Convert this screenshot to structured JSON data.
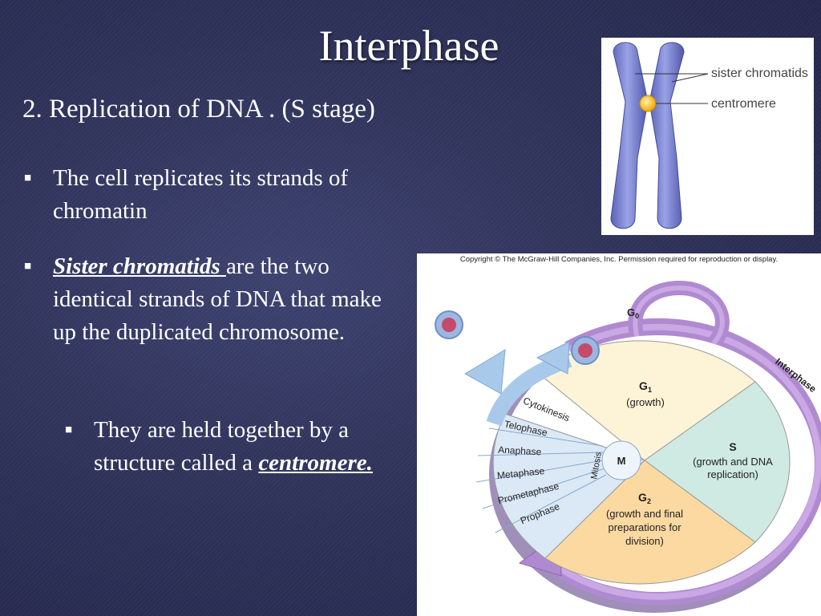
{
  "slide": {
    "title": "Interphase",
    "subtitle": "2. Replication of DNA . (S stage)",
    "bullet1": "The cell replicates its strands of chromatin",
    "bullet2_term": "Sister chromatids ",
    "bullet2_rest": "are the two identical strands of DNA that make up the duplicated chromosome.",
    "bullet3_text": "They are held together by a structure called a ",
    "bullet3_term": "centromere."
  },
  "chromosome_figure": {
    "label_sister": "sister chromatids",
    "label_centromere": "centromere"
  },
  "cell_cycle_figure": {
    "copyright": "Copyright © The McGraw-Hill Companies, Inc. Permission required for reproduction or display.",
    "g0": "G",
    "g0_sub": "0",
    "interphase": "Interphase",
    "g1": "G",
    "g1_sub": "1",
    "g1_desc": "(growth)",
    "s": "S",
    "s_desc1": "(growth and DNA",
    "s_desc2": "replication)",
    "g2": "G",
    "g2_sub": "2",
    "g2_desc1": "(growth and final",
    "g2_desc2": "preparations for",
    "g2_desc3": "division)",
    "m": "M",
    "mitosis": "Mitosis",
    "stages": [
      "Cytokinesis",
      "Telophase",
      "Anaphase",
      "Metaphase",
      "Prometaphase",
      "Prophase"
    ]
  },
  "colors": {
    "background": "#2f335a",
    "g1": "#fdf3d6",
    "s": "#cfeae3",
    "g2": "#fbd9a1",
    "mitosis": "#dbe9f7",
    "arrow": "#b08ad1"
  }
}
